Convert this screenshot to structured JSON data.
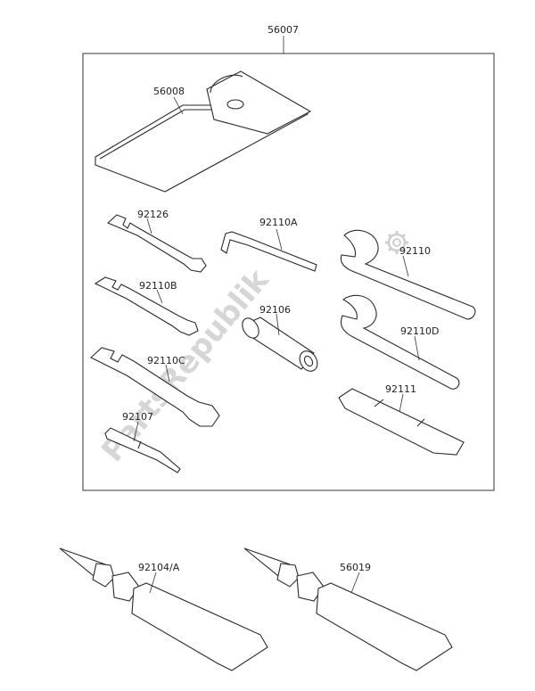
{
  "watermark": "PartsRepublik",
  "parts": {
    "kit": "56007",
    "pouch": "56008",
    "wrench_a": "92126",
    "wrench_b": "92110B",
    "wrench_c": "92110C",
    "hex_key": "92110A",
    "socket": "92106",
    "screwdriver": "92107",
    "spanner_hook": "92110",
    "spanner_d": "92110D",
    "handle": "92111",
    "tube_left": "92104/A",
    "tube_right": "56019"
  },
  "icons": [
    "gear-icon"
  ]
}
